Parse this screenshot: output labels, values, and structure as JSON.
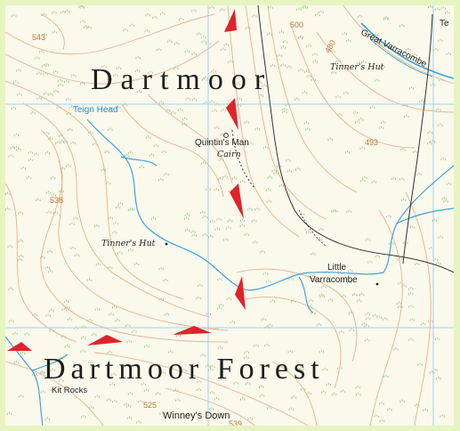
{
  "map": {
    "region_label": "Dartmoor",
    "forest_label": "Dartmoor Forest",
    "places": {
      "quintins_man": "Quintin's Man",
      "quintins_man_sub": "Cairn",
      "tinners_hut_west": "Tinner's Hut",
      "tinners_hut_east": "Tinner's Hut",
      "little_varracombe_1": "Little",
      "little_varracombe_2": "Varracombe",
      "great_varracombe": "Great Varracombe",
      "kit_rocks": "Kit Rocks",
      "winneys_down": "Winney's Down",
      "teign_head": "Teign Head",
      "top_right_fragment": "Te"
    },
    "spot_heights": {
      "h543": "543",
      "h500": "500",
      "h480": "480",
      "h493": "493",
      "h538": "538",
      "h525": "525",
      "h539": "539"
    },
    "colors": {
      "frame": "#e6f5bf",
      "paper": "#fbf8ec",
      "contour": "#e3b48c",
      "grid": "#9fd3ee",
      "stream": "#3fa3dc",
      "boundary_marker": "#e0232a",
      "track": "#333333"
    }
  }
}
